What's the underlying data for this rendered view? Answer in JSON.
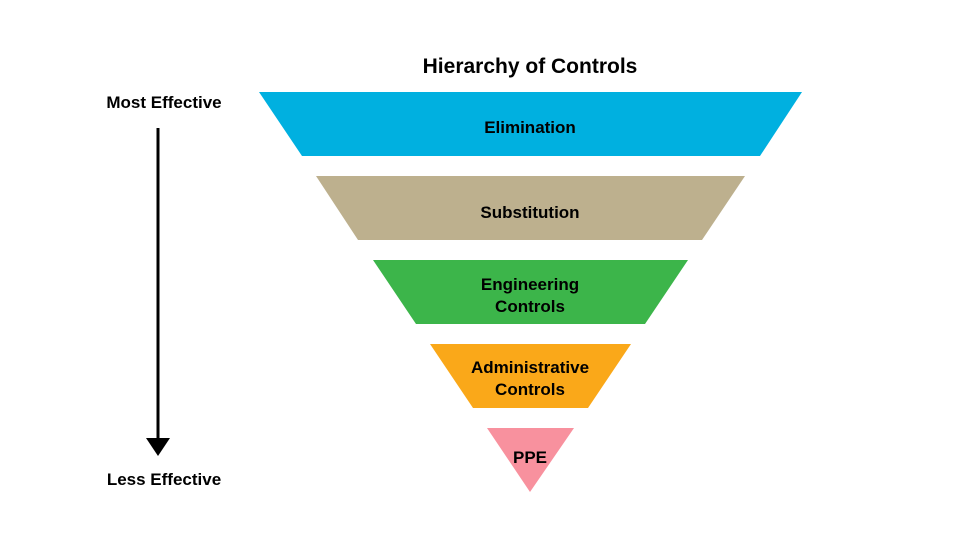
{
  "title": "Hierarchy of Controls",
  "scale": {
    "top_label": "Most Effective",
    "bottom_label": "Less Effective"
  },
  "layers": [
    {
      "lines": [
        "Elimination"
      ],
      "color": "#00B0E0"
    },
    {
      "lines": [
        "Substitution"
      ],
      "color": "#BDB08E"
    },
    {
      "lines": [
        "Engineering",
        "Controls"
      ],
      "color": "#3CB54A"
    },
    {
      "lines": [
        "Administrative",
        "Controls"
      ],
      "color": "#FAA819"
    },
    {
      "lines": [
        "PPE"
      ],
      "color": "#F8919E"
    }
  ]
}
